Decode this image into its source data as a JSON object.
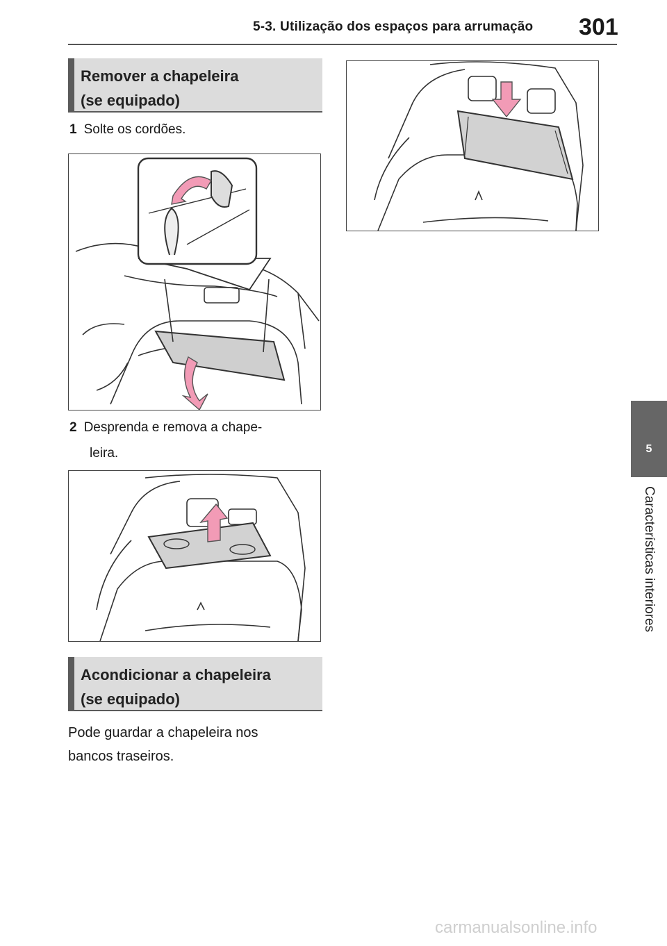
{
  "header": {
    "section_title": "5-3. Utilização dos espaços para arrumação",
    "page_number": "301"
  },
  "side_tab": {
    "chapter_number": "5",
    "chapter_label": "Características interiores"
  },
  "sections": [
    {
      "title_line1": "Remover a chapeleira",
      "title_line2": "(se equipado)"
    },
    {
      "title_line1": "Acondicionar a chapeleira",
      "title_line2": "(se equipado)"
    }
  ],
  "steps": [
    {
      "number": "1",
      "text": "Solte os cordões."
    },
    {
      "number": "2",
      "text_line1": "Desprenda e remova a chape-",
      "text_line2": "leira."
    }
  ],
  "body_text": {
    "line1": "Pode guardar a chapeleira nos",
    "line2": "bancos traseiros."
  },
  "figures": [
    {
      "icon": "release-cords-illustration"
    },
    {
      "icon": "lift-cover-illustration"
    },
    {
      "icon": "stow-cover-illustration"
    }
  ],
  "watermark": "carmanualsonline.info",
  "colors": {
    "arrow": "#f29bb6",
    "tab": "#666666",
    "section_bg": "#dcdcdc"
  }
}
